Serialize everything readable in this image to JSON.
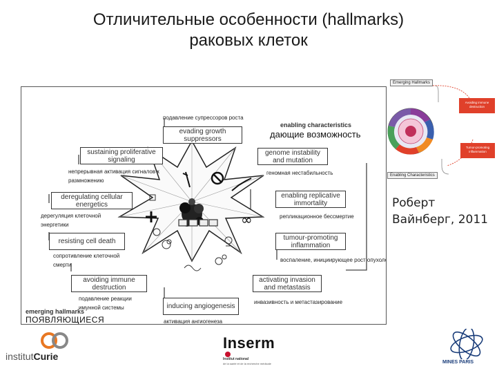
{
  "title": {
    "line1": "Отличительные особенности (hallmarks)",
    "line2": "раковых клеток"
  },
  "diagram": {
    "hallmarks": [
      {
        "en": "evading growth suppressors",
        "ru": "подавление супрессоров роста"
      },
      {
        "en": "sustaining proliferative signaling",
        "ru": "непрерывная активация сигналов к размножению"
      },
      {
        "en": "deregulating cellular energetics",
        "ru": "дерегуляция клеточной энергетики"
      },
      {
        "en": "resisting cell death",
        "ru": "сопротивление клеточной смерти"
      },
      {
        "en": "avoiding immune destruction",
        "ru": "подавление реакции имунной системы"
      },
      {
        "en": "inducing angiogenesis",
        "ru": "активация ангиогенеза"
      },
      {
        "en": "activating invasion and metastasis",
        "ru": "инвазивность и метастазирование"
      },
      {
        "en": "tumour-promoting inflammation",
        "ru": "воспаление, инициирующее рост опухолей"
      },
      {
        "en": "enabling replicative immortality",
        "ru": "репликационное бессмертие"
      },
      {
        "en": "genome instability and mutation",
        "ru": "геномная нестабильность"
      }
    ],
    "enabling_label": "enabling characteristics",
    "enabling_ru": "дающие возможность",
    "emerging_label": "emerging hallmarks",
    "emerging_ru": "ПОЯВЛЯЮЩИЕСЯ"
  },
  "author": {
    "line1": "Роберт",
    "line2": "Вайнберг, 2011"
  },
  "thumbnail": {
    "emerging": "Emerging Hallmarks",
    "enabling": "Enabling Characteristics",
    "note1": "Avoiding immune destruction",
    "note2": "Tumor-promoting inflammation"
  },
  "logos": {
    "curie_prefix": "institut",
    "curie_name": "Curie",
    "inserm": "Inserm",
    "inserm_sub1": "Institut national",
    "inserm_sub2": "de la santé et de la recherche médicale",
    "mines": "MINES PARIS"
  },
  "colors": {
    "thumb_red": "#e0402a",
    "thumb_purple": "#8a3c9a",
    "thumb_blue": "#3a5fae",
    "thumb_orange": "#f08a24",
    "inserm_red": "#c8102e",
    "curie_orange": "#e87722",
    "mines_blue": "#1a3d7a"
  }
}
